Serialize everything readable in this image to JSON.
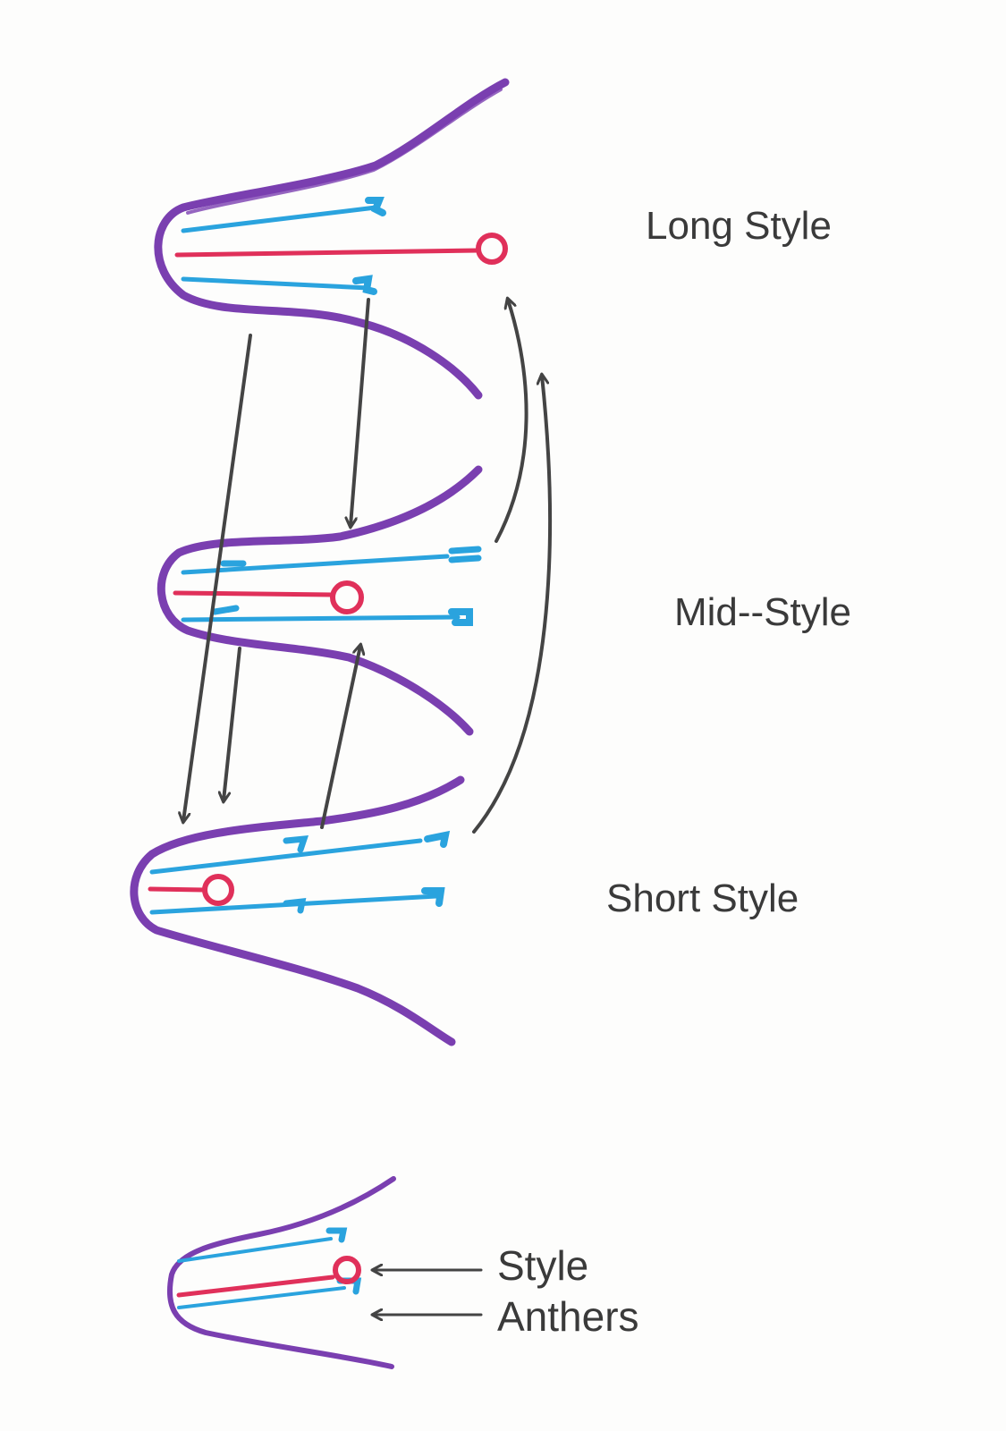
{
  "labels": {
    "long_style": "Long Style",
    "mid_style": "Mid--Style",
    "short_style": "Short Style"
  },
  "key": {
    "style": "Style",
    "anthers": "Anthers"
  },
  "colors": {
    "petal": "#7a3fb0",
    "anther": "#2aa3de",
    "style": "#e0305a",
    "arrow": "#444444",
    "text": "#3a3a3a"
  }
}
